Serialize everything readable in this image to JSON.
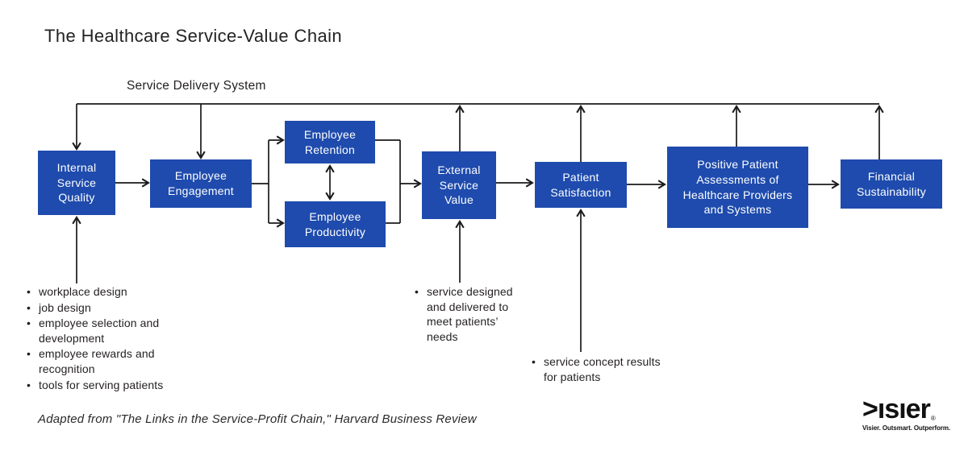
{
  "title": "The Healthcare Service-Value Chain",
  "diagram": {
    "service_delivery_label": "Service Delivery System",
    "nodes": {
      "internal_service_quality": "Internal\nService\nQuality",
      "employee_engagement": "Employee\nEngagement",
      "employee_retention": "Employee\nRetention",
      "employee_productivity": "Employee\nProductivity",
      "external_service_value": "External\nService\nValue",
      "patient_satisfaction": "Patient\nSatisfaction",
      "positive_patient_assessments": "Positive Patient\nAssessments of\nHealthcare Providers\nand Systems",
      "financial_sustainability": "Financial\nSustainability"
    },
    "annotations": {
      "internal_inputs": [
        "workplace design",
        "job design",
        "employee selection and\ndevelopment",
        "employee rewards and\nrecognition",
        "tools for serving patients"
      ],
      "external_value_note": "service designed\nand delivered to\nmeet patients’\nneeds",
      "satisfaction_note": "service concept results\nfor patients"
    }
  },
  "footer": {
    "attribution": "Adapted from \"The Links in the Service-Profit Chain,\" Harvard Business Review"
  },
  "logo": {
    "wordmark": ">ısıer",
    "registered": "®",
    "tagline": "Visier. Outsmart. Outperform."
  },
  "colors": {
    "node_fill": "#1e4bad",
    "node_text": "#ffffff",
    "line": "#1a1a1a",
    "text": "#231f20",
    "background": "#ffffff"
  }
}
